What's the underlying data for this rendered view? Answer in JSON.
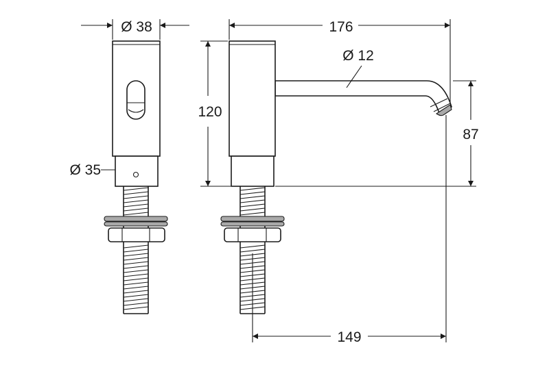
{
  "dimensions": {
    "top_diameter": "Ø 38",
    "base_diameter": "Ø 35",
    "total_reach": "176",
    "spout_diameter": "Ø 12",
    "body_height": "120",
    "spout_height": "87",
    "spout_projection": "149"
  }
}
